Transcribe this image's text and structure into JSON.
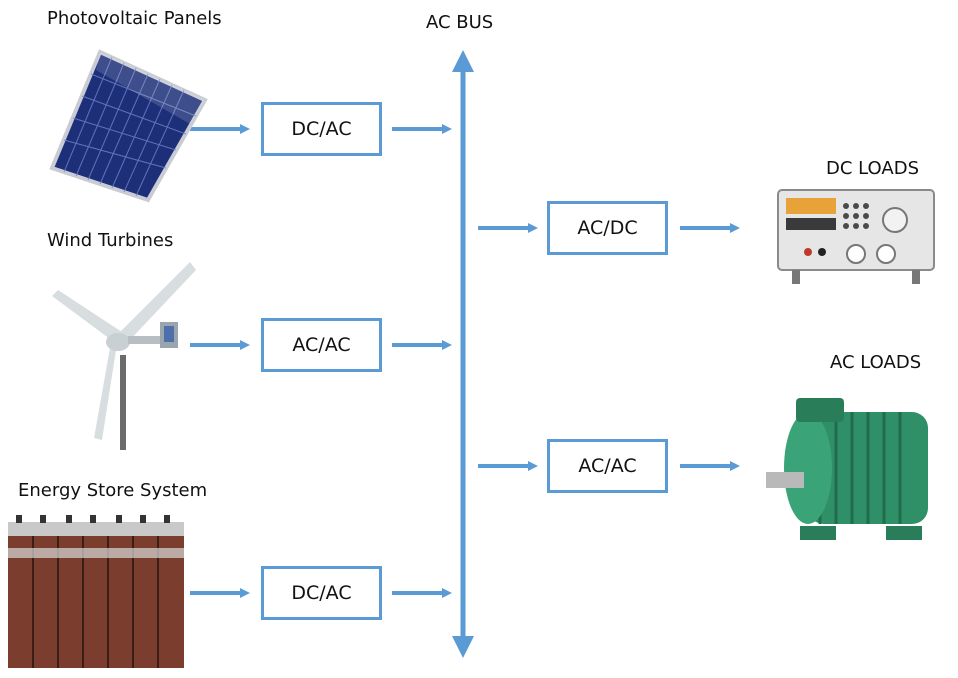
{
  "labels": {
    "pv": "Photovoltaic Panels",
    "wind": "Wind Turbines",
    "ess": "Energy Store System",
    "bus": "AC BUS",
    "dc_loads": "DC LOADS",
    "ac_loads": "AC LOADS"
  },
  "converters": {
    "pv": "DC/AC",
    "wind": "AC/AC",
    "ess": "DC/AC",
    "dc_load": "AC/DC",
    "ac_load": "AC/AC"
  },
  "colors": {
    "accent": "#5b9bd5",
    "text": "#111111"
  }
}
